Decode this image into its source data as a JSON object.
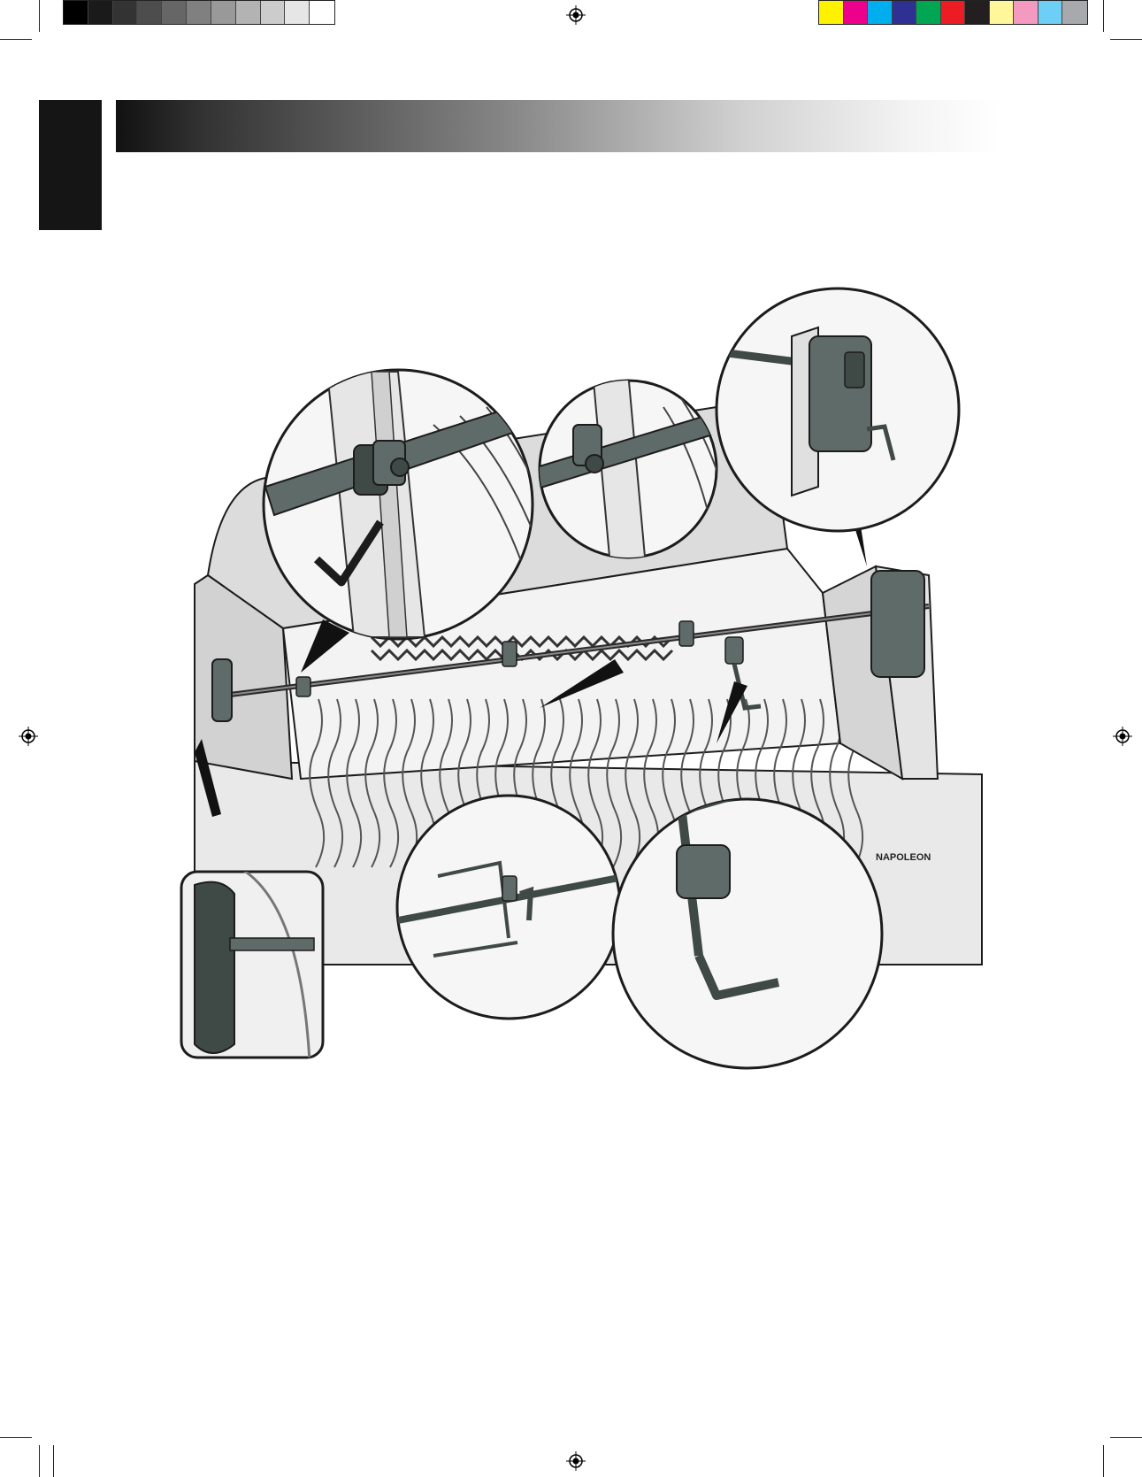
{
  "print_marks": {
    "grayscale_swatches": [
      "#000000",
      "#1a1a1a",
      "#333333",
      "#4d4d4d",
      "#666666",
      "#808080",
      "#999999",
      "#b3b3b3",
      "#cccccc",
      "#e6e6e6",
      "#ffffff"
    ],
    "color_swatches": [
      "#fff200",
      "#ec008c",
      "#00aeef",
      "#2e3192",
      "#00a651",
      "#ed1c24",
      "#231f20",
      "#fff799",
      "#f49ac1",
      "#6dcff6",
      "#a7a9ac"
    ]
  },
  "header": {
    "bar_color_dark": "#111111",
    "side_tab_color": "#151515"
  },
  "illustration": {
    "subject": "grill-rotisserie-installation",
    "colors": {
      "part": "#5f6b68",
      "part_dark": "#3f4946",
      "grill": "#e8e8e8",
      "grill_dark": "#bdbdbd",
      "outline": "#1c1c1c"
    },
    "detail_callouts": [
      "spit-collar-detail",
      "spit-lock-detail",
      "motor-detail",
      "spit-fork-detail",
      "counterweight-detail",
      "handle-detail"
    ],
    "brand_mark": "NAPOLEON"
  },
  "footer": {
    "left_text": "",
    "right_text": ""
  }
}
